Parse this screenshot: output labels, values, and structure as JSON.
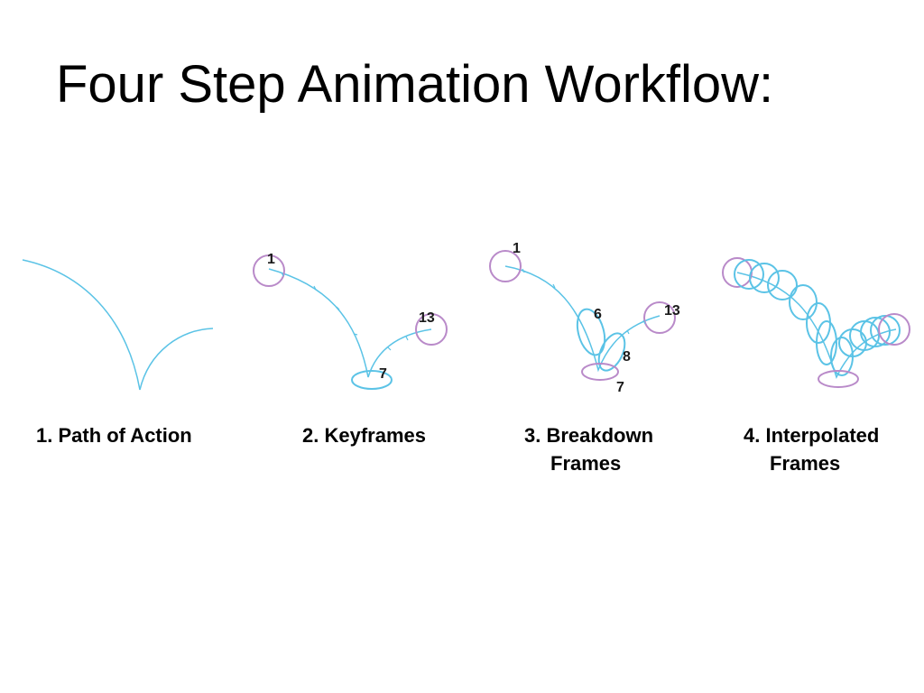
{
  "title": "Four Step Animation Workflow:",
  "colors": {
    "path": "#5bc3e6",
    "keyframe": "#b98ac9",
    "breakdown": "#5bc3e6",
    "text": "#000000"
  },
  "steps": [
    {
      "caption_line1": "1. Path of Action",
      "caption_line2": ""
    },
    {
      "caption_line1": "2. Keyframes",
      "caption_line2": "",
      "labels": {
        "start": "1",
        "contact": "7",
        "end": "13"
      }
    },
    {
      "caption_line1": "3. Breakdown",
      "caption_line2": "Frames",
      "labels": {
        "start": "1",
        "mid_a": "6",
        "contact": "7",
        "mid_b": "8",
        "end": "13"
      }
    },
    {
      "caption_line1": "4. Interpolated",
      "caption_line2": "Frames"
    }
  ]
}
